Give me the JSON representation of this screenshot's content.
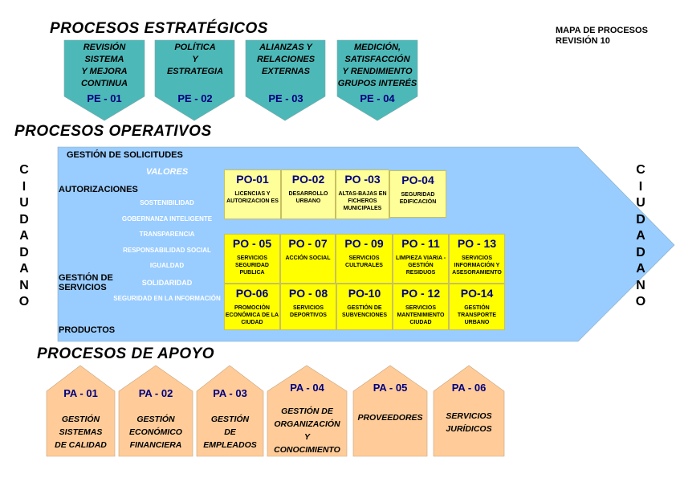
{
  "header": {
    "title_line1": "MAPA DE PROCESOS",
    "title_line2": "REVISIÓN 10"
  },
  "colors": {
    "strategic": "#4db8b8",
    "operative_bg": "#99ccff",
    "po_light": "#ffff99",
    "po_bright": "#ffff00",
    "support": "#ffcc99",
    "code": "#000080"
  },
  "strategic": {
    "title": "PROCESOS ESTRATÉGICOS",
    "items": [
      {
        "code": "PE - 01",
        "label": [
          "REVISIÓN",
          "SISTEMA",
          "Y MEJORA",
          "CONTINUA"
        ]
      },
      {
        "code": "PE - 02",
        "label": [
          "POLÍTICA",
          "Y",
          "ESTRATEGIA"
        ]
      },
      {
        "code": "PE - 03",
        "label": [
          "ALIANZAS Y",
          "RELACIONES",
          "EXTERNAS"
        ]
      },
      {
        "code": "PE - 04",
        "label": [
          "MEDICIÓN,",
          "SATISFACCIÓN",
          "Y RENDIMIENTO",
          "GRUPOS INTERÉS"
        ]
      }
    ]
  },
  "operative": {
    "title": "PROCESOS OPERATIVOS",
    "inputs": {
      "solicitudes": "GESTIÓN DE SOLICITUDES",
      "autorizaciones": "AUTORIZACIONES",
      "servicios": "GESTIÓN DE SERVICIOS",
      "productos": "PRODUCTOS"
    },
    "values_title": "VALORES",
    "values": [
      "SOSTENIBILIDAD",
      "GOBERNANZA INTELIGENTE",
      "TRANSPARENCIA",
      "RESPONSABILIDAD SOCIAL",
      "IGUALDAD",
      "SOLIDARIDAD",
      "SEGURIDAD EN LA INFORMACIÓN"
    ],
    "items": [
      {
        "code": "PO-01",
        "label": "LICENCIAS Y AUTORIZACION ES"
      },
      {
        "code": "PO-02",
        "label": "DESARROLLO URBANO"
      },
      {
        "code": "PO -03",
        "label": "ALTAS-BAJAS EN FICHEROS MUNICIPALES"
      },
      {
        "code": "PO-04",
        "label": "SEGURIDAD EDIFICACIÓN"
      },
      {
        "code": "PO - 05",
        "label": "SERVICIOS SEGURIDAD PUBLICA"
      },
      {
        "code": "PO - 07",
        "label": "ACCIÓN SOCIAL"
      },
      {
        "code": "PO - 09",
        "label": "SERVICIOS CULTURALES"
      },
      {
        "code": "PO - 11",
        "label": "LIMPIEZA VIARIA -GESTIÓN RESIDUOS"
      },
      {
        "code": "PO - 13",
        "label": "SERVICIOS INFORMACIÓN Y ASESORAMIENTO"
      },
      {
        "code": "PO-06",
        "label": "PROMOCIÓN ECONÓMICA DE LA CIUDAD"
      },
      {
        "code": "PO - 08",
        "label": "SERVICIOS DEPORTIVOS"
      },
      {
        "code": "PO-10",
        "label": "GESTIÓN DE SUBVENCIONES"
      },
      {
        "code": "PO - 12",
        "label": "SERVICIOS MANTENIMIENTO CIUDAD"
      },
      {
        "code": "PO-14",
        "label": "GESTIÓN TRANSPORTE URBANO"
      }
    ]
  },
  "citizen": {
    "left": "CIUDADANO",
    "right": "CIUDADANO"
  },
  "support": {
    "title": "PROCESOS DE APOYO",
    "items": [
      {
        "code": "PA - 01",
        "label": [
          "GESTIÓN",
          "SISTEMAS",
          "DE CALIDAD"
        ]
      },
      {
        "code": "PA - 02",
        "label": [
          "GESTIÓN",
          "ECONÓMICO",
          "FINANCIERA"
        ]
      },
      {
        "code": "PA - 03",
        "label": [
          "GESTIÓN",
          "DE",
          "EMPLEADOS"
        ]
      },
      {
        "code": "PA - 04",
        "label": [
          "GESTIÓN DE",
          "ORGANIZACIÓN",
          "Y",
          "CONOCIMIENTO"
        ]
      },
      {
        "code": "PA - 05",
        "label": [
          "PROVEEDORES"
        ]
      },
      {
        "code": "PA - 06",
        "label": [
          "SERVICIOS",
          "JURÍDICOS"
        ]
      }
    ]
  }
}
